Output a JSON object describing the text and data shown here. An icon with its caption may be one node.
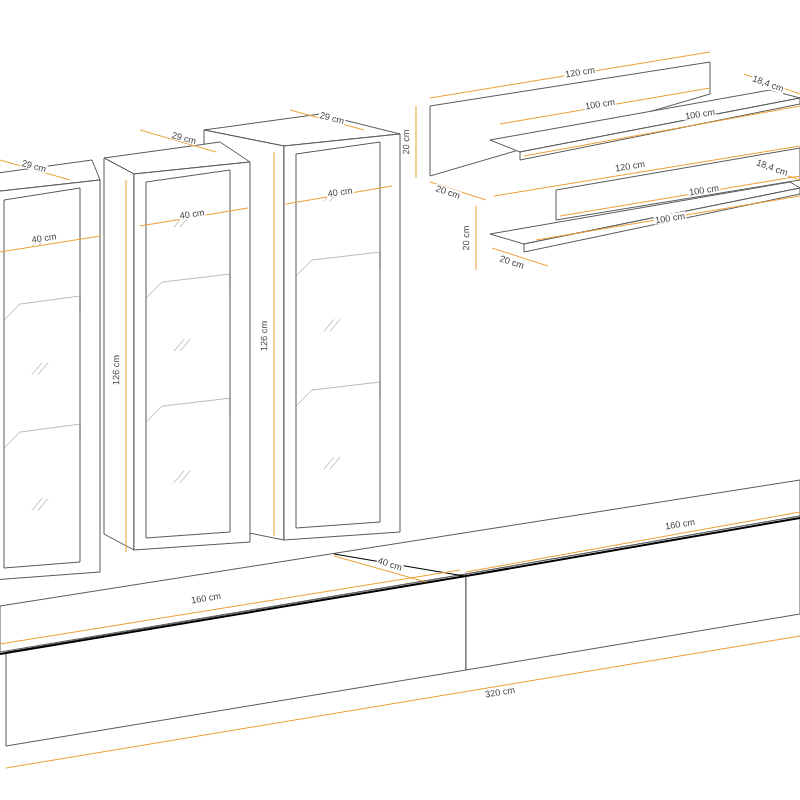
{
  "diagram": {
    "labels": [
      "120 cm",
      "20 cm",
      "100 cm",
      "100 cm",
      "18,4 cm",
      "20 cm",
      "120 cm",
      "100 cm",
      "18,4 cm",
      "20 cm",
      "100 cm",
      "20 cm",
      "29 cm",
      "29 cm",
      "29 cm",
      "40 cm",
      "40 cm",
      "40 cm",
      "126 cm",
      "126 cm",
      "160 cm",
      "40 cm",
      "160 cm",
      "320 cm"
    ]
  }
}
